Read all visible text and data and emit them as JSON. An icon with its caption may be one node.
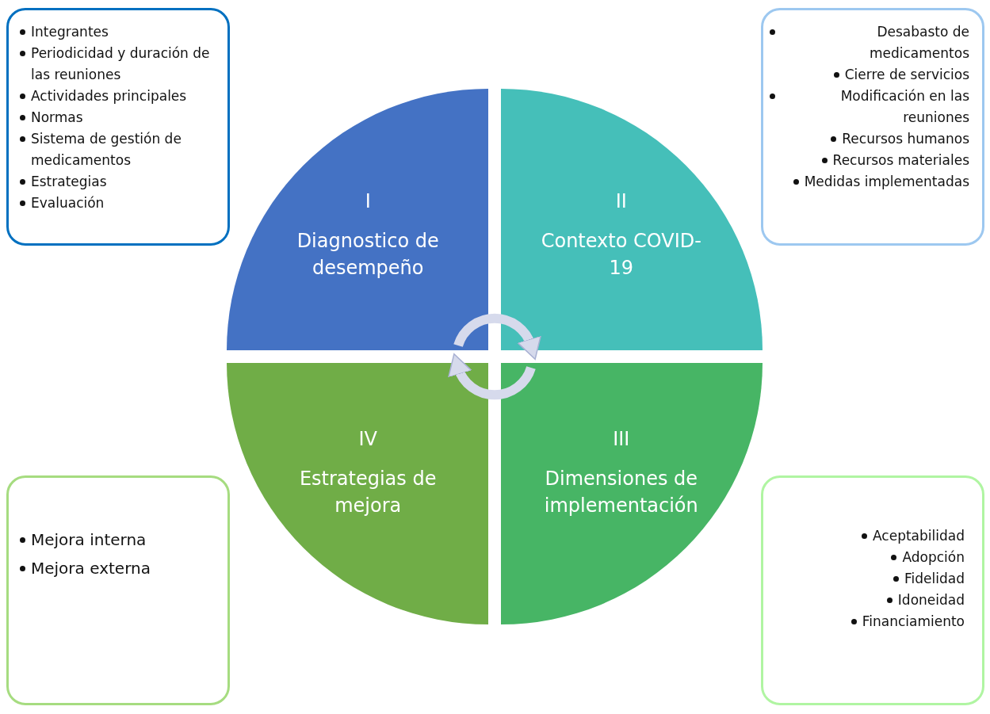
{
  "diagram": {
    "nodes": [
      {
        "text": [
          "Integrantes",
          "Periodicidad y duración de las reuniones",
          "Actividades principales",
          "Normas",
          "Sistema de gestión de medicamentos",
          "Estrategias",
          "Evaluación"
        ]
      },
      {
        "text": [
          "I",
          "Diagnostico de desempeño"
        ]
      },
      {
        "text": [
          "II",
          "Contexto COVID-19"
        ]
      },
      {
        "text": [
          "Desabasto de medicamentos",
          "Cierre de servicios",
          "Modificación en las reuniones",
          "Recursos humanos",
          "Recursos materiales",
          "Medidas implementadas"
        ]
      },
      {
        "text": [
          "IV",
          "Estrategias de mejora"
        ]
      },
      {
        "text": [
          "III",
          "Dimensiones de implementación"
        ]
      },
      {
        "text": [
          "Mejora interna",
          "Mejora externa"
        ]
      },
      {
        "text": [
          "Aceptabilidad",
          "Adopción",
          "Fidelidad",
          "Idoneidad",
          "Financiamiento"
        ]
      }
    ],
    "edges": [
      {
        "from": 1,
        "to": 2,
        "arrow": "to"
      },
      {
        "from": 5,
        "to": 4,
        "arrow": "to"
      }
    ]
  }
}
